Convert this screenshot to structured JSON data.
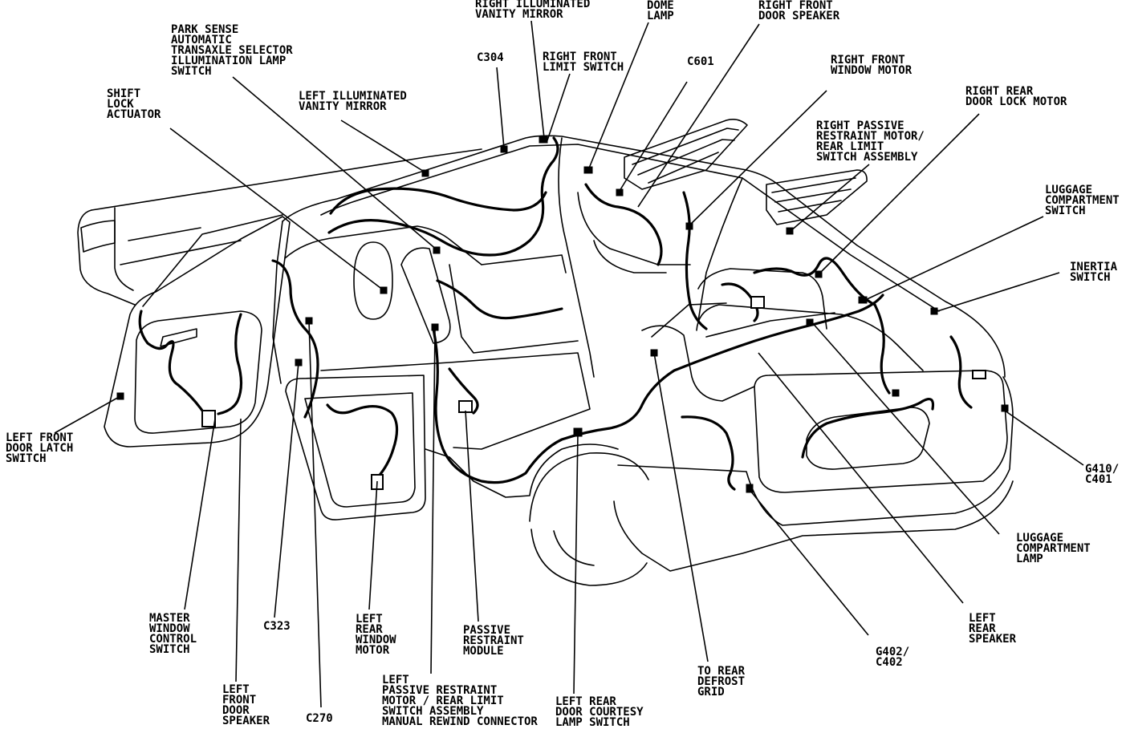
{
  "colors": {
    "ink": "#000000",
    "paper": "#ffffff"
  },
  "labels": {
    "right_illuminated_vanity_mirror": [
      "RIGHT ILLUMINATED",
      "VANITY MIRROR"
    ],
    "dome_lamp": [
      "DOME",
      "LAMP"
    ],
    "right_front_door_speaker": [
      "RIGHT FRONT",
      "DOOR SPEAKER"
    ],
    "park_sense_selector_switch": [
      "PARK SENSE",
      "AUTOMATIC",
      "TRANSAXLE SELECTOR",
      "ILLUMINATION LAMP",
      "SWITCH"
    ],
    "c304": [
      "C304"
    ],
    "right_front_limit_switch": [
      "RIGHT FRONT",
      "LIMIT SWITCH"
    ],
    "c601": [
      "C601"
    ],
    "right_front_window_motor": [
      "RIGHT FRONT",
      "WINDOW MOTOR"
    ],
    "shift_lock_actuator": [
      "SHIFT",
      "LOCK",
      "ACTUATOR"
    ],
    "left_illuminated_vanity_mirror": [
      "LEFT ILLUMINATED",
      "VANITY MIRROR"
    ],
    "right_rear_door_lock_motor": [
      "RIGHT REAR",
      "DOOR LOCK MOTOR"
    ],
    "right_passive_restraint_motor": [
      "RIGHT PASSIVE",
      "RESTRAINT MOTOR/",
      "REAR LIMIT",
      "SWITCH ASSEMBLY"
    ],
    "luggage_compartment_switch": [
      "LUGGAGE",
      "COMPARTMENT",
      "SWITCH"
    ],
    "inertia_switch": [
      "INERTIA",
      "SWITCH"
    ],
    "left_front_door_latch_switch": [
      "LEFT FRONT",
      "DOOR LATCH",
      "SWITCH"
    ],
    "g410_c401": [
      "G410/",
      "C401"
    ],
    "luggage_compartment_lamp": [
      "LUGGAGE",
      "COMPARTMENT",
      "LAMP"
    ],
    "master_window_control_switch": [
      "MASTER",
      "WINDOW",
      "CONTROL",
      "SWITCH"
    ],
    "c323": [
      "C323"
    ],
    "left_rear_window_motor": [
      "LEFT",
      "REAR",
      "WINDOW",
      "MOTOR"
    ],
    "passive_restraint_module": [
      "PASSIVE",
      "RESTRAINT",
      "MODULE"
    ],
    "left_rear_speaker": [
      "LEFT",
      "REAR",
      "SPEAKER"
    ],
    "g402_c402": [
      "G402/",
      "C402"
    ],
    "to_rear_defrost_grid": [
      "TO REAR",
      "DEFROST",
      "GRID"
    ],
    "left_front_door_speaker": [
      "LEFT",
      "FRONT",
      "DOOR",
      "SPEAKER"
    ],
    "left_passive_restraint_motor": [
      "LEFT",
      "PASSIVE RESTRAINT",
      "MOTOR / REAR LIMIT",
      "SWITCH ASSEMBLY",
      "MANUAL REWIND CONNECTOR"
    ],
    "left_rear_door_courtesy_lamp_switch": [
      "LEFT REAR",
      "DOOR COURTESY",
      "LAMP SWITCH"
    ],
    "c270": [
      "C270"
    ]
  }
}
